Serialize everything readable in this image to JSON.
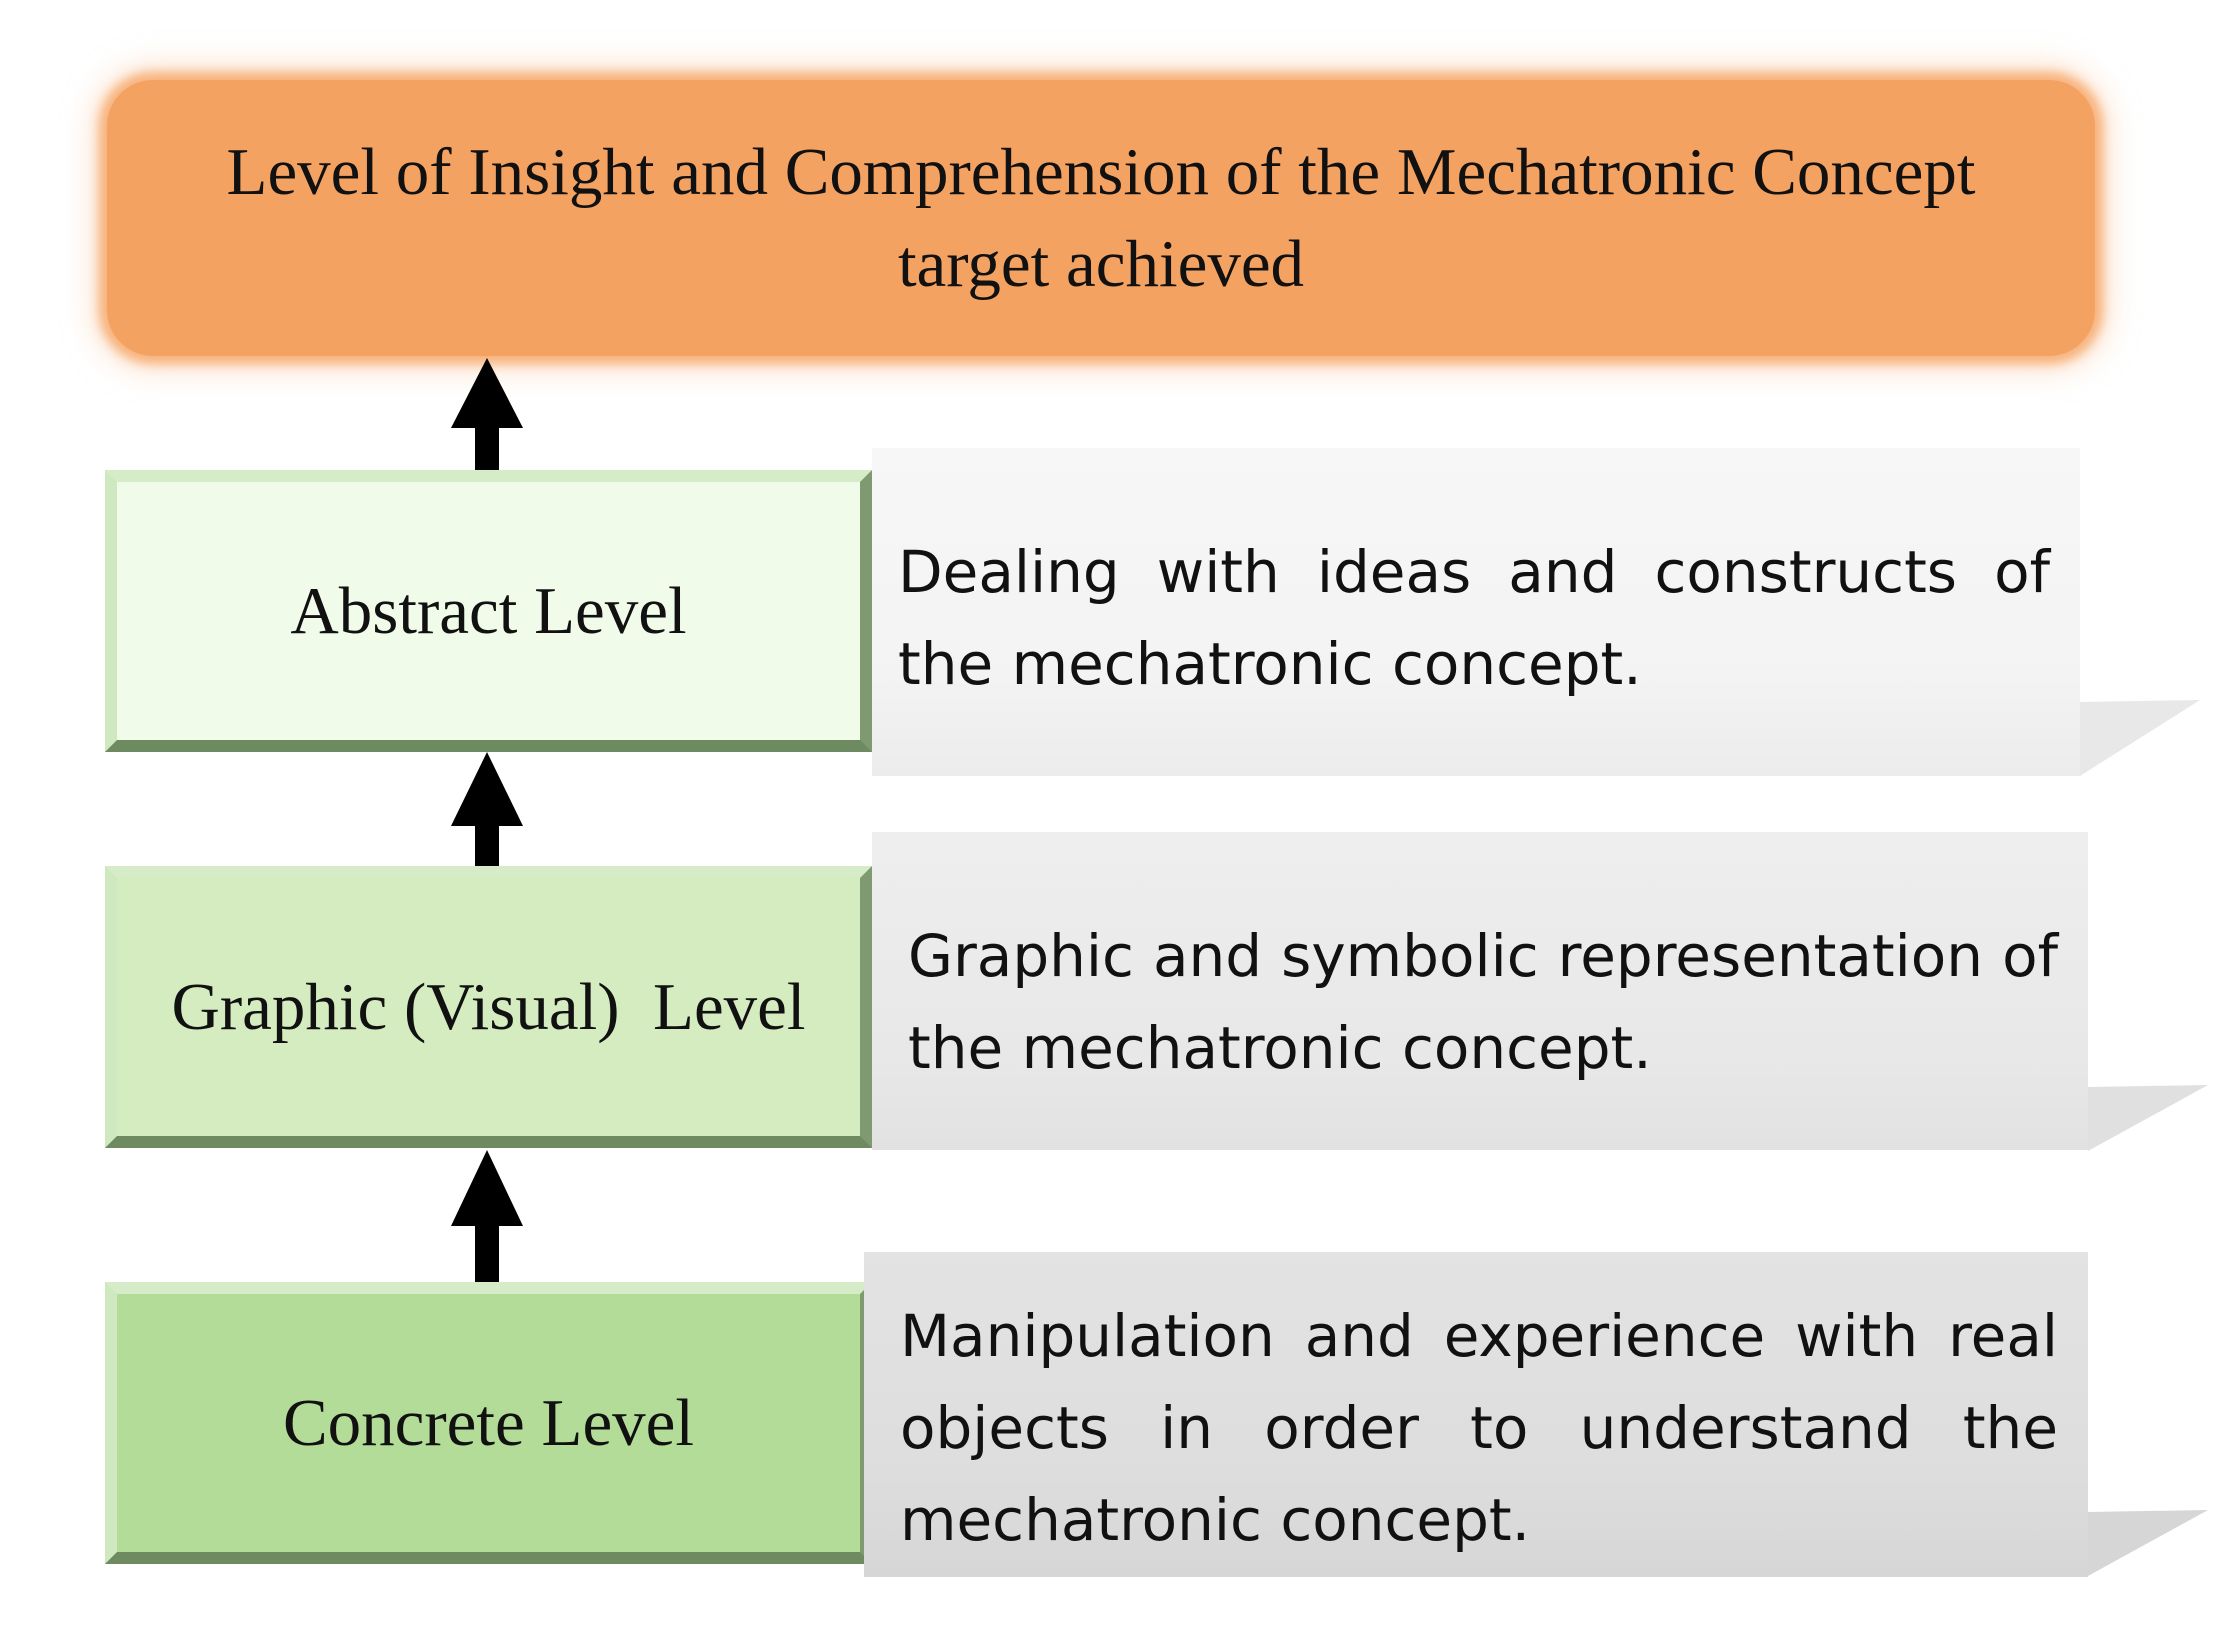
{
  "diagram": {
    "goal": {
      "text": "Level of Insight and Comprehension of the Mechatronic Concept target achieved"
    },
    "levels": [
      {
        "label": "Abstract Level",
        "description": "Dealing with ideas and constructs of the mechatronic concept."
      },
      {
        "label": "Graphic (Visual)  Level",
        "description": "Graphic and symbolic representation of the mechatronic concept."
      },
      {
        "label": "Concrete Level",
        "description": "Manipulation and experience with real objects in order to understand the mechatronic concept."
      }
    ],
    "colors": {
      "goal_fill": "#f4a262",
      "abstract_fill": "#f1fbe9",
      "graphic_fill": "#d4ecc0",
      "concrete_fill": "#b3dc98",
      "arrow": "#000000"
    }
  }
}
